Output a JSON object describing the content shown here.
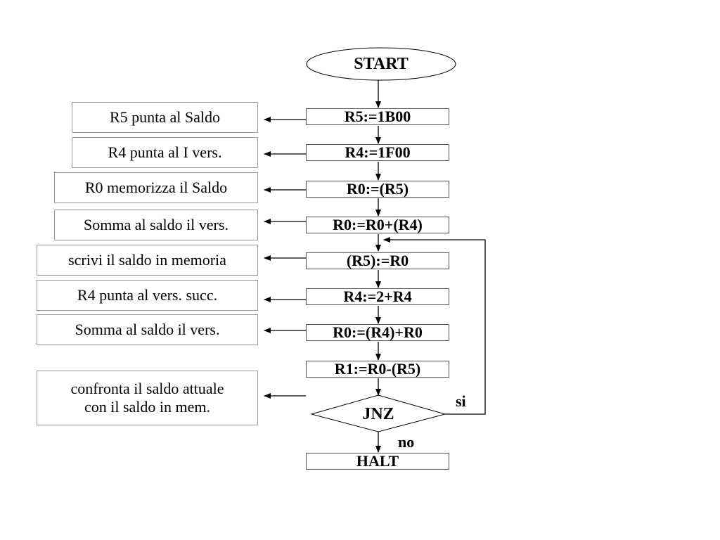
{
  "start_label": "START",
  "steps": [
    {
      "code": "R5:=1B00",
      "note": "R5 punta al Saldo"
    },
    {
      "code": "R4:=1F00",
      "note": "R4 punta al I vers."
    },
    {
      "code": "R0:=(R5)",
      "note": "R0 memorizza il Saldo"
    },
    {
      "code": "R0:=R0+(R4)",
      "note": "Somma al saldo il vers."
    },
    {
      "code": "(R5):=R0",
      "note": "scrivi il saldo in memoria"
    },
    {
      "code": "R4:=2+R4",
      "note": "R4 punta al vers. succ."
    },
    {
      "code": "R0:=(R4)+R0",
      "note": "Somma al saldo il vers."
    },
    {
      "code": "R1:=R0-(R5)"
    }
  ],
  "compare_note": {
    "line1": "confronta il saldo attuale",
    "line2": "con il saldo in mem."
  },
  "decision": {
    "label": "JNZ",
    "yes_label": "si",
    "no_label": "no"
  },
  "end_label": "HALT"
}
